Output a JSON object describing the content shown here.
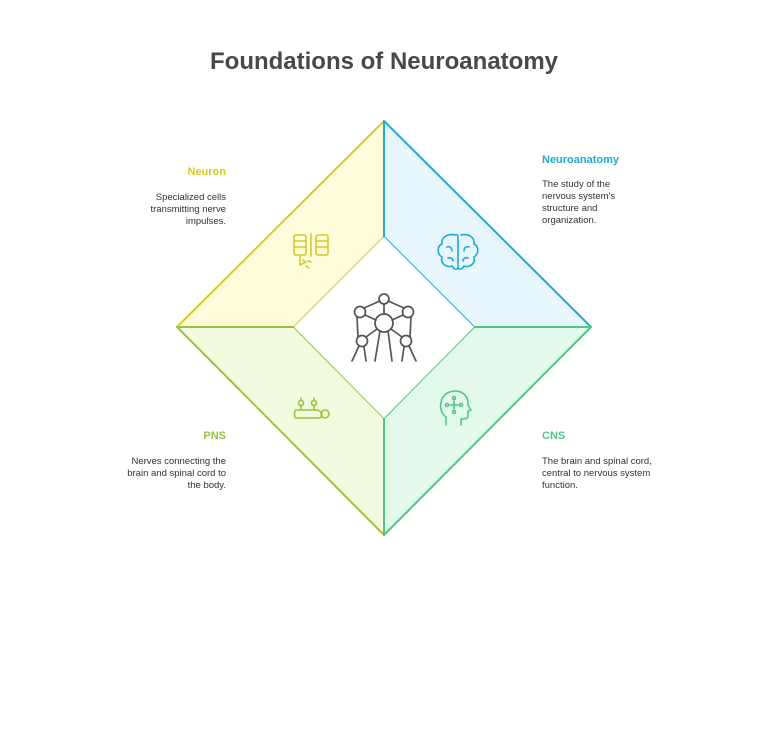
{
  "title": "Foundations of Neuroanatomy",
  "colors": {
    "neuron": "#d4cc2c",
    "neuroanatomy": "#22aad3",
    "pns": "#9bc23e",
    "cns": "#4ec786",
    "center_icon": "#555555"
  },
  "quadrants": {
    "neuron": {
      "label": "Neuron",
      "description": "Specialized cells transmitting nerve impulses.",
      "icon": "neuron-columns-icon"
    },
    "neuroanatomy": {
      "label": "Neuroanatomy",
      "description": "The study of the nervous system's structure and organization.",
      "icon": "brain-icon"
    },
    "pns": {
      "label": "PNS",
      "description": "Nerves connecting the brain and spinal cord to the body.",
      "icon": "nerve-branch-icon"
    },
    "cns": {
      "label": "CNS",
      "description": "The brain and spinal cord, central to nervous system function.",
      "icon": "head-brain-icon"
    }
  },
  "center": {
    "icon": "molecule-network-icon"
  }
}
